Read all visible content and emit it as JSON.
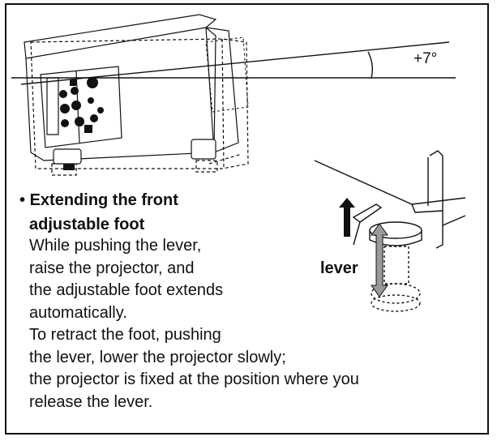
{
  "figure": {
    "angle_label": "+7°",
    "lever_label": "lever"
  },
  "section": {
    "bullet": "•",
    "heading_line1": "Extending the front",
    "heading_line2": "adjustable foot",
    "lines": [
      "While pushing the lever,",
      "raise the projector, and",
      "the adjustable foot extends",
      "automatically.",
      "To retract the foot, pushing",
      "the lever, lower the projector slowly;",
      "the projector is fixed at the position where you",
      "release the lever."
    ]
  },
  "colors": {
    "ink": "#111111",
    "arrow_gray": "#9a9a9a",
    "background": "#ffffff"
  }
}
